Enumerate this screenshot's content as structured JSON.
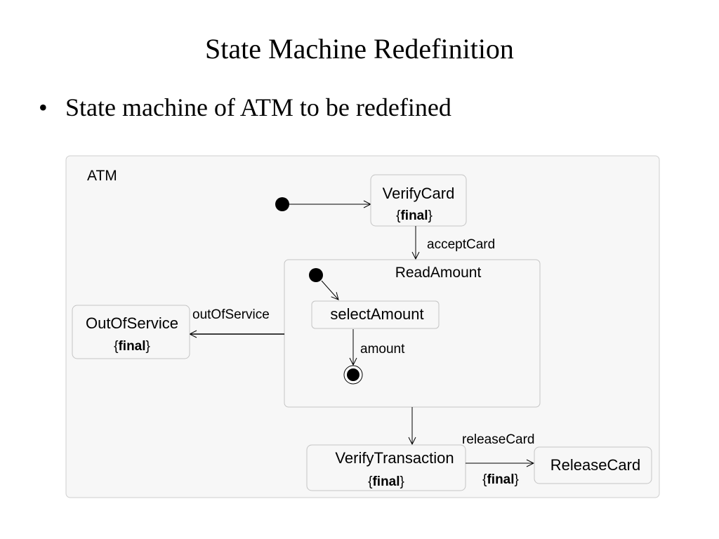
{
  "slide": {
    "title": "State Machine Redefinition",
    "bullet_symbol": "•",
    "bullet_text": "State machine of ATM to be redefined"
  },
  "diagram": {
    "container_label": "ATM",
    "states": {
      "verify_card": {
        "name": "VerifyCard",
        "constraint_open": "{",
        "constraint": "final",
        "constraint_close": "}"
      },
      "read_amount": {
        "name": "ReadAmount"
      },
      "select_amount": {
        "name": "selectAmount"
      },
      "out_of_service": {
        "name": "OutOfService",
        "constraint_open": "{",
        "constraint": "final",
        "constraint_close": "}"
      },
      "verify_transaction": {
        "name": "VerifyTransaction",
        "constraint_open": "{",
        "constraint": "final",
        "constraint_close": "}"
      },
      "release_card": {
        "name": "ReleaseCard"
      }
    },
    "transitions": {
      "accept_card": "acceptCard",
      "amount": "amount",
      "out_of_service": "outOfService",
      "release_card": {
        "label": "releaseCard",
        "constraint_open": "{",
        "constraint": "final",
        "constraint_close": "}"
      }
    },
    "colors": {
      "container_fill": "#f7f7f7",
      "container_stroke": "#cfcfcf",
      "state_fill": "#f7f7f7",
      "state_stroke": "#c4c4c4",
      "line": "#000000"
    }
  }
}
